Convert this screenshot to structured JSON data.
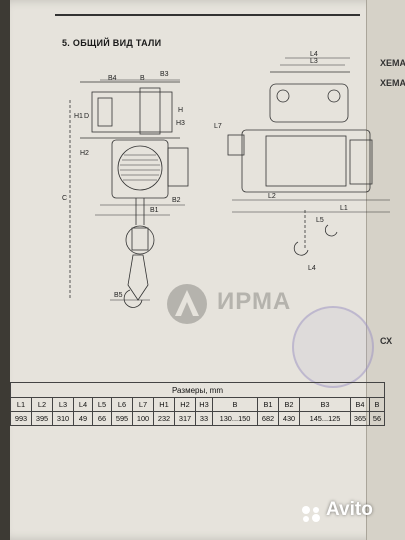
{
  "section_title": "5. ОБЩИЙ ВИД ТАЛИ",
  "edge_labels": [
    "ХЕМА",
    "ХЕМА",
    "СХ"
  ],
  "drawing_labels": {
    "front": [
      "B4",
      "B",
      "B3",
      "H1",
      "D",
      "H",
      "H3",
      "H2",
      "C",
      "B2",
      "B1",
      "B5"
    ],
    "side": [
      "L4",
      "L3",
      "L7",
      "L2",
      "L1",
      "L5",
      "L4"
    ]
  },
  "logo": {
    "text": "ИРМА"
  },
  "table": {
    "caption": "Размеры, mm",
    "headers": [
      "L1",
      "L2",
      "L3",
      "L4",
      "L5",
      "L6",
      "L7",
      "H1",
      "H2",
      "H3",
      "B",
      "B1",
      "B2",
      "B3",
      "B4",
      "B"
    ],
    "values": [
      "993",
      "395",
      "310",
      "49",
      "66",
      "595",
      "100",
      "232",
      "317",
      "33",
      "130...150",
      "682",
      "430",
      "145...125",
      "365",
      "56"
    ]
  },
  "watermark": {
    "text": "Avito"
  }
}
